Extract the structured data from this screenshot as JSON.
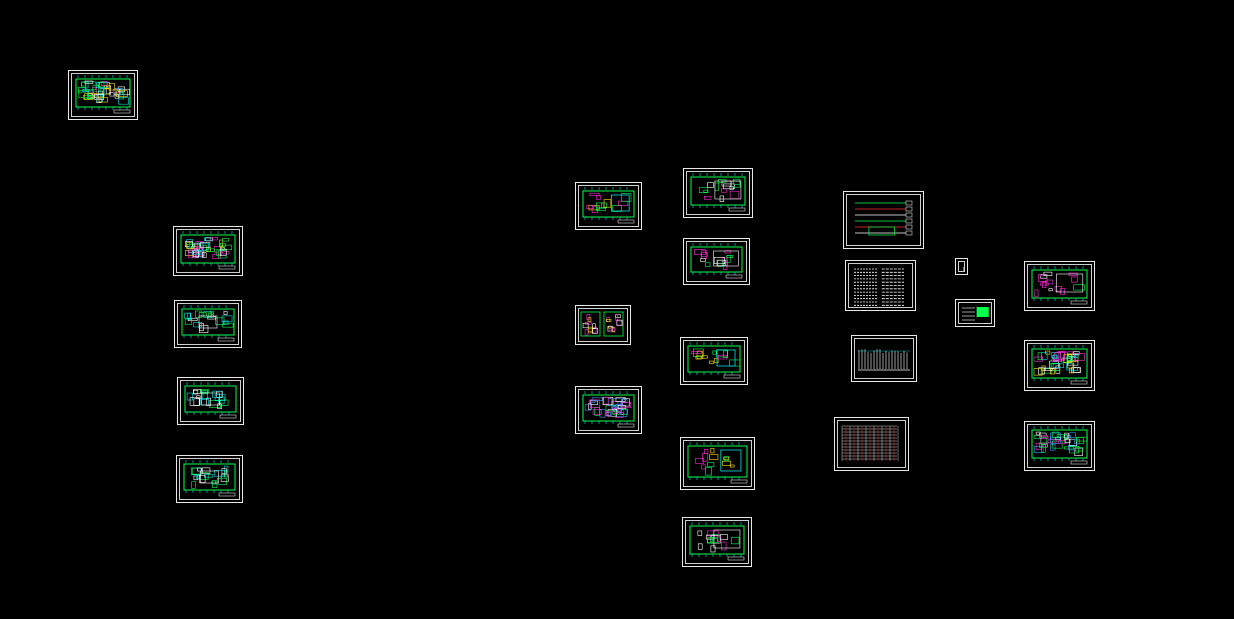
{
  "viewport": {
    "background": "#000000",
    "palette": {
      "frame": "#e8e8e8",
      "wall": "#00ff4c",
      "axis": "#00e6e6",
      "furniture": "#ff2bd6",
      "text": "#ffffff",
      "accent_red": "#ff3030",
      "accent_yellow": "#ffe600",
      "accent_blue": "#3aa0ff"
    }
  },
  "drawings": [
    {
      "id": "s01",
      "kind": "floor-plan",
      "style": "dense"
    },
    {
      "id": "s02",
      "kind": "floor-plan",
      "style": "dense"
    },
    {
      "id": "s03",
      "kind": "floor-plan",
      "style": "light"
    },
    {
      "id": "s04",
      "kind": "floor-plan",
      "style": "light"
    },
    {
      "id": "s05",
      "kind": "floor-plan",
      "style": "light"
    },
    {
      "id": "s06",
      "kind": "floor-plan",
      "style": "hall"
    },
    {
      "id": "s07",
      "kind": "floor-plan",
      "style": "hall-open"
    },
    {
      "id": "s08",
      "kind": "detail-pair",
      "style": "pair"
    },
    {
      "id": "s09",
      "kind": "floor-plan",
      "style": "dense-blue"
    },
    {
      "id": "s10",
      "kind": "floor-plan",
      "style": "hall-open"
    },
    {
      "id": "s11",
      "kind": "floor-plan",
      "style": "hall"
    },
    {
      "id": "s12",
      "kind": "floor-plan",
      "style": "hall"
    },
    {
      "id": "s13",
      "kind": "floor-plan",
      "style": "hall-open"
    },
    {
      "id": "s14",
      "kind": "floor-plan",
      "style": "hall-open"
    },
    {
      "id": "s15",
      "kind": "system-diagram",
      "style": "schematic"
    },
    {
      "id": "s16",
      "kind": "notes-sheet",
      "style": "text"
    },
    {
      "id": "s17",
      "kind": "elevation",
      "style": "elevation"
    },
    {
      "id": "s18",
      "kind": "schedule-table",
      "style": "table"
    },
    {
      "id": "s19",
      "kind": "legend-swatch",
      "style": "swatch"
    },
    {
      "id": "s20",
      "kind": "legend-table",
      "style": "legend"
    },
    {
      "id": "s21",
      "kind": "floor-plan",
      "style": "dense"
    },
    {
      "id": "s22",
      "kind": "floor-plan",
      "style": "dense"
    },
    {
      "id": "s23",
      "kind": "floor-plan",
      "style": "dense-blue"
    }
  ]
}
